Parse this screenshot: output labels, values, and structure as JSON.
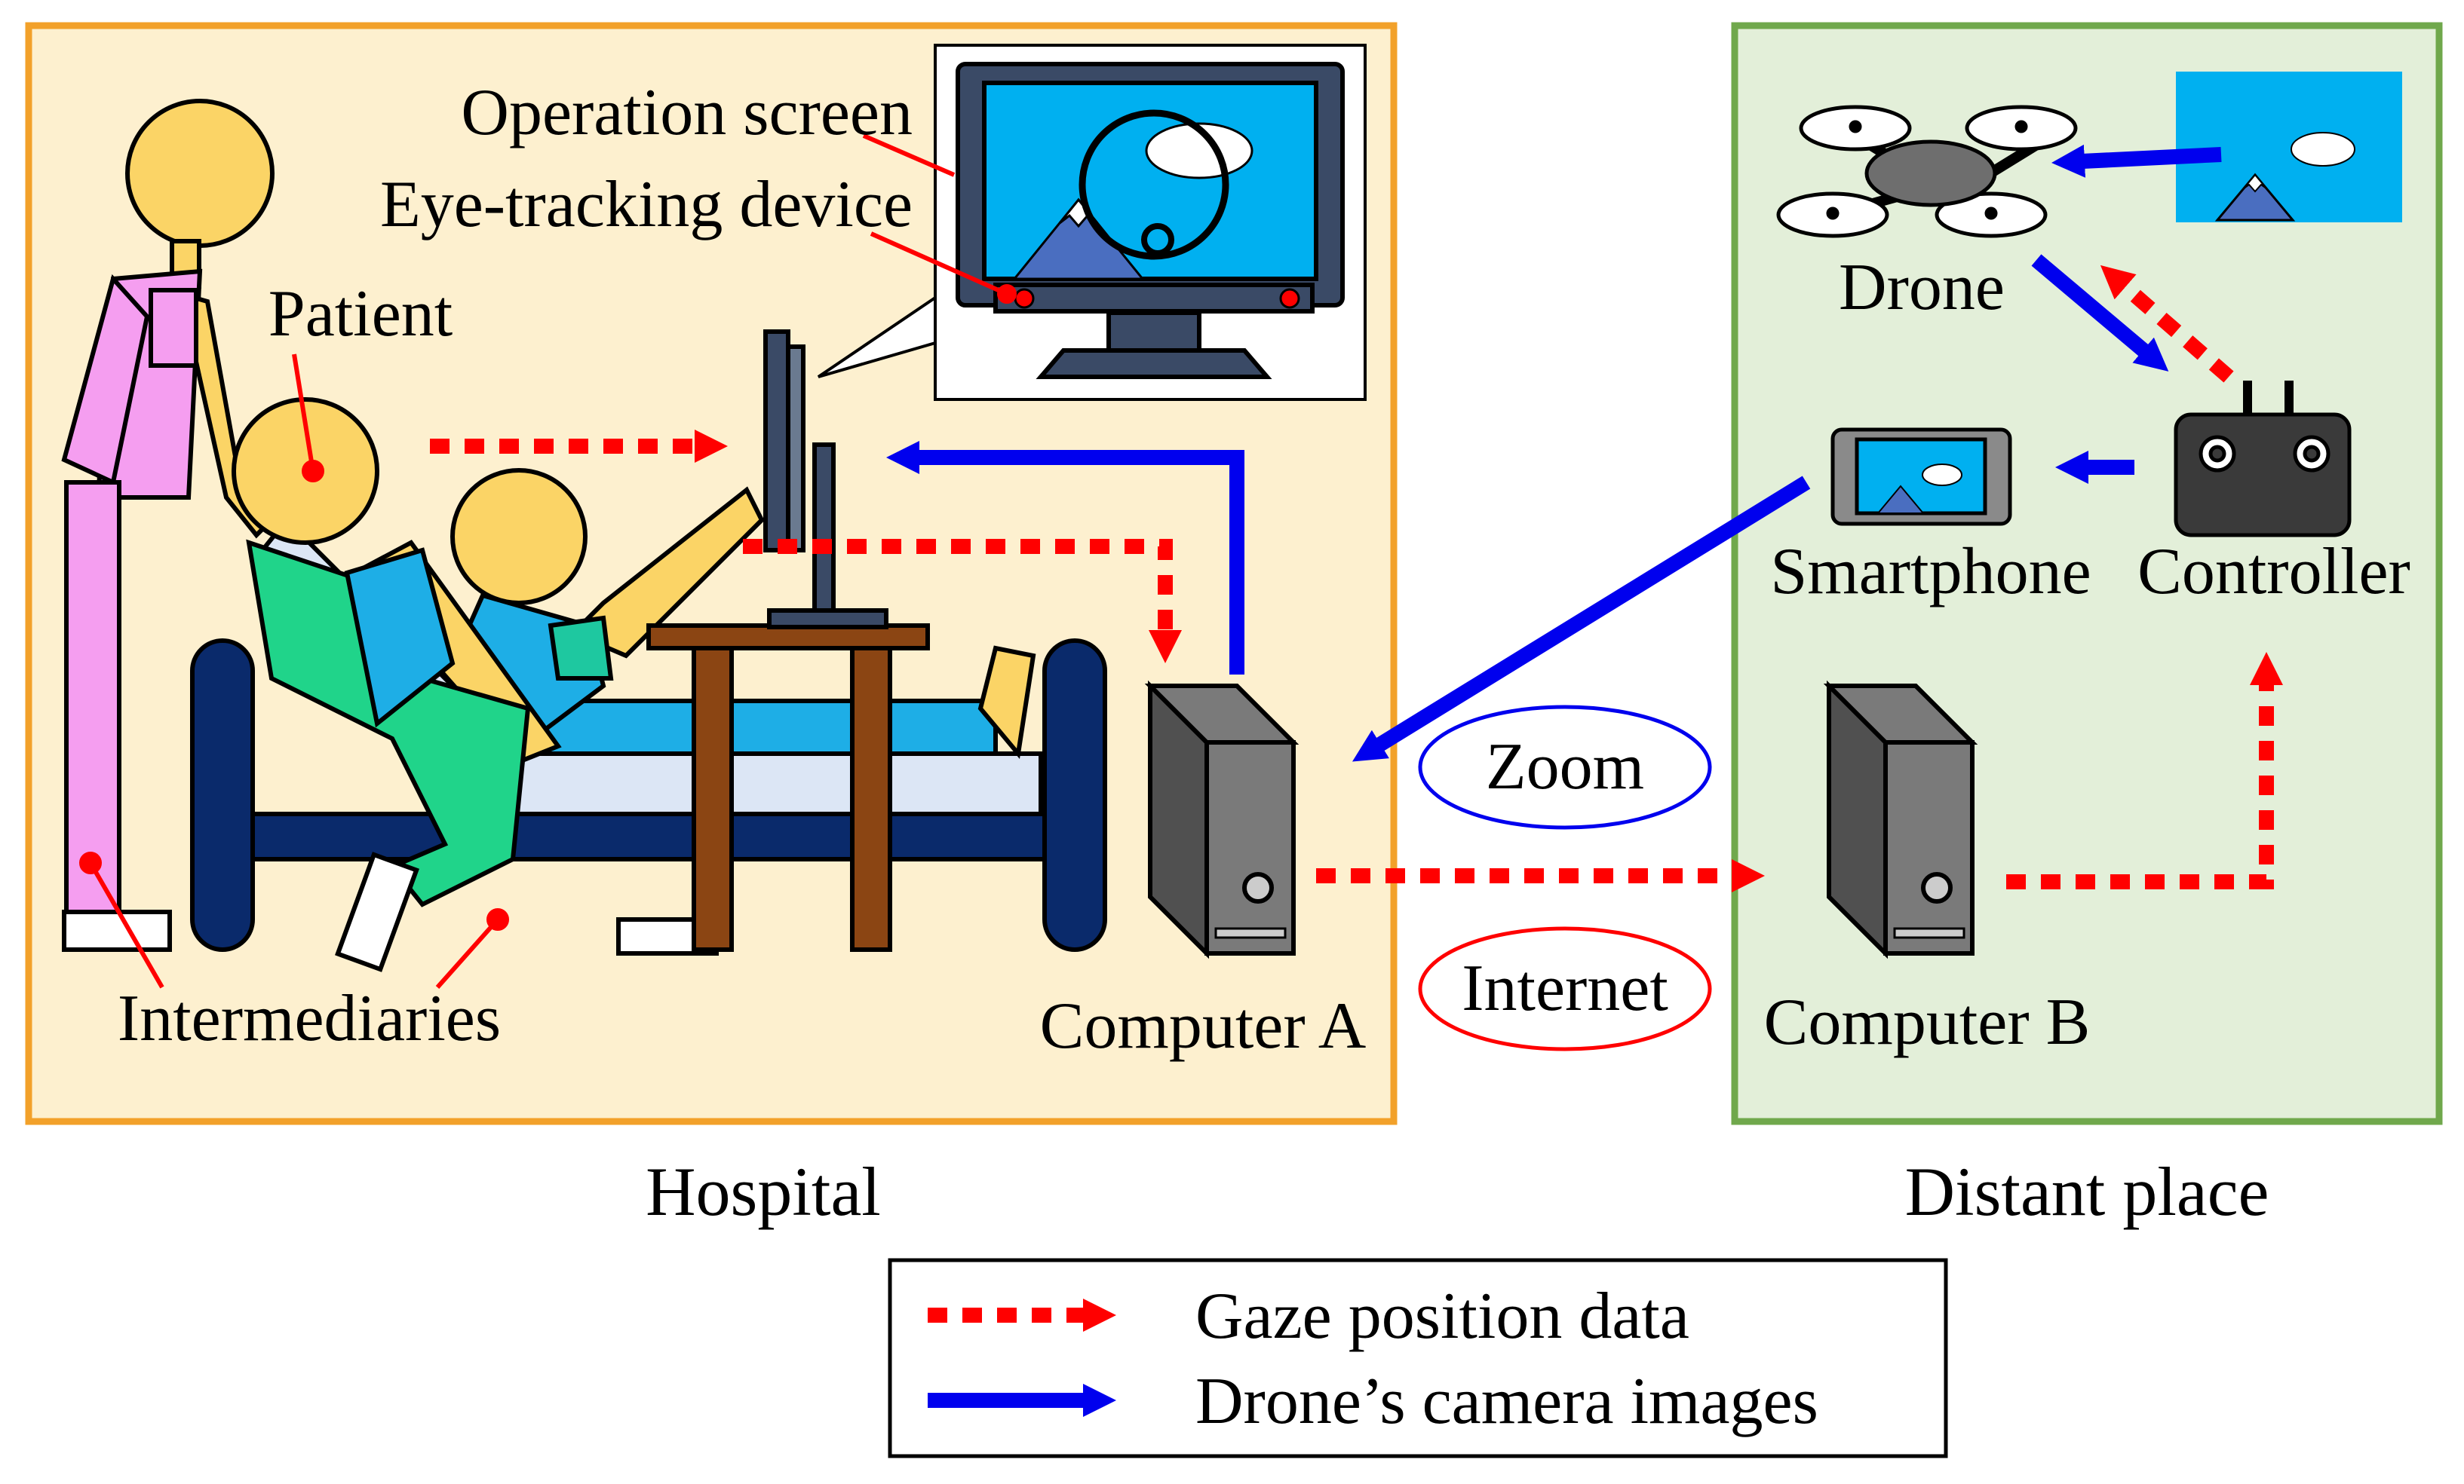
{
  "regions": {
    "hospital": {
      "caption": "Hospital"
    },
    "distant": {
      "caption": "Distant place"
    }
  },
  "labels": {
    "operation_screen": "Operation screen",
    "eye_tracking_device": "Eye-tracking device",
    "patient": "Patient",
    "intermediaries": "Intermediaries",
    "computer_a": "Computer A",
    "computer_b": "Computer B",
    "drone": "Drone",
    "smartphone": "Smartphone",
    "controller": "Controller",
    "zoom": "Zoom",
    "internet": "Internet"
  },
  "legend": {
    "gaze": "Gaze position data",
    "images": "Drone’s camera images"
  },
  "colors": {
    "hospital_border": "#f2a12a",
    "hospital_fill": "#fdf0cf",
    "distant_border": "#70a84c",
    "distant_fill": "#e3efd9",
    "gaze_arrow": "#ff0000",
    "image_arrow": "#0000ee",
    "sky": "#00b0f0",
    "skin": "#fbd466"
  }
}
